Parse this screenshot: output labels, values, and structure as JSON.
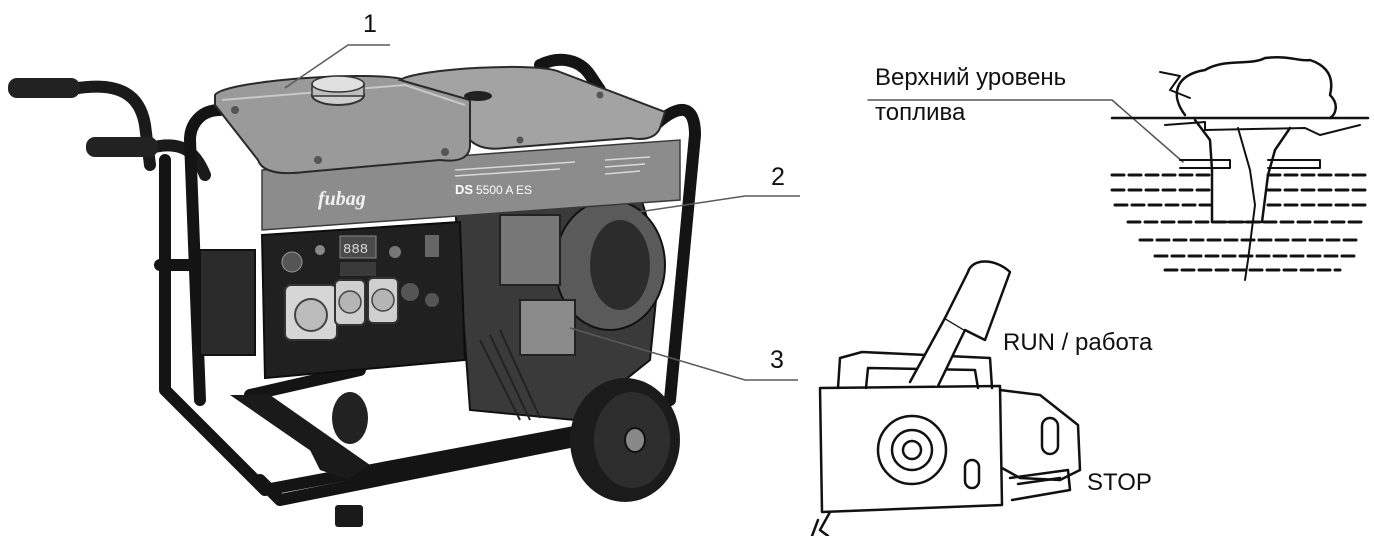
{
  "callouts": [
    {
      "id": "1",
      "label": "1"
    },
    {
      "id": "2",
      "label": "2"
    },
    {
      "id": "3",
      "label": "3"
    }
  ],
  "generator": {
    "brand": "fubag",
    "model_prefix": "DS",
    "model": "5500 A ES",
    "display_reading": "888"
  },
  "fuel_diagram": {
    "label_line1": "Верхний уровень",
    "label_line2": "топлива"
  },
  "switch_diagram": {
    "run_label": "RUN / работа",
    "stop_label": "STOP"
  }
}
